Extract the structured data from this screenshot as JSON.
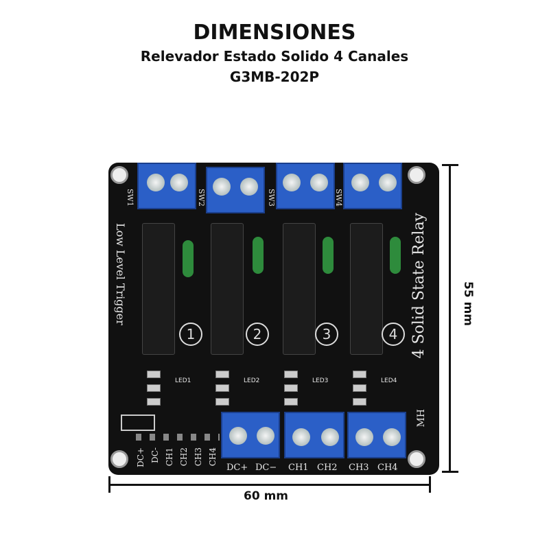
{
  "title": "DIMENSIONES",
  "subtitle": "Relevador Estado Solido 4 Canales",
  "model": "G3MB-202P",
  "board": {
    "side_left": "Low  Level  Trigger",
    "side_right": "4 Solid State Relay",
    "switches": [
      "SW1",
      "SW2",
      "SW3",
      "SW4"
    ],
    "leds": [
      "LED1",
      "LED2",
      "LED3",
      "LED4"
    ],
    "channels": [
      "1",
      "2",
      "3",
      "4"
    ],
    "pins": [
      "DC+",
      "DC-",
      "CH1",
      "CH2",
      "CH3",
      "CH4"
    ],
    "terminals": [
      "DC+",
      "DC−",
      "CH1",
      "CH2",
      "CH3",
      "CH4"
    ],
    "brand": "MH"
  },
  "dimensions": {
    "height": "55 mm",
    "width": "60 mm"
  }
}
